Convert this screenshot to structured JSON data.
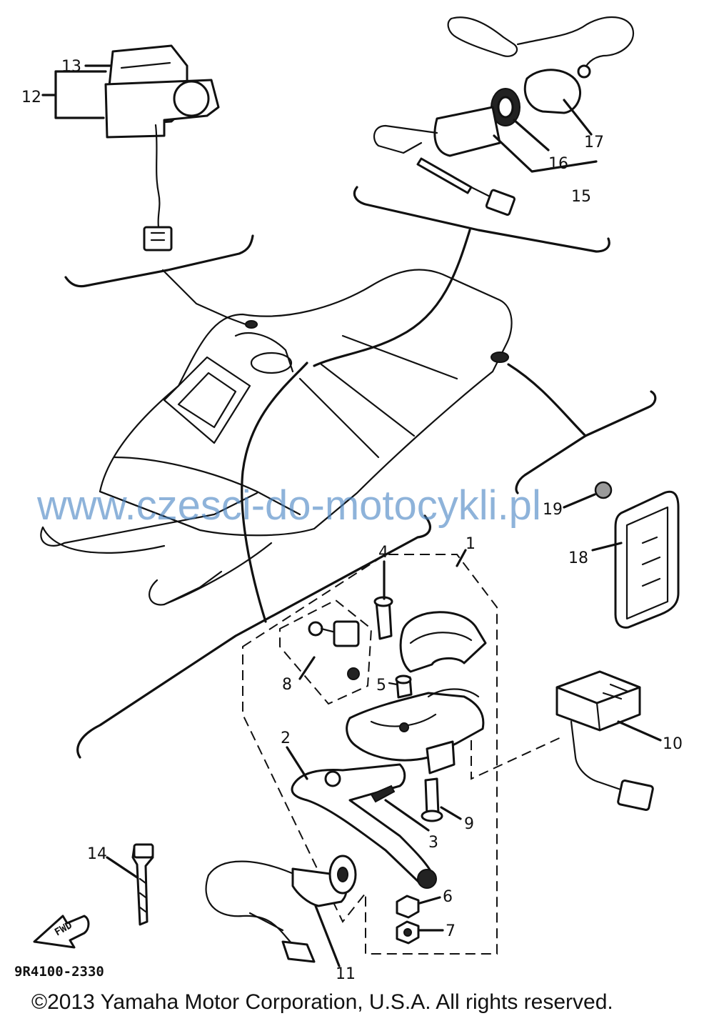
{
  "diagram": {
    "code": "9R4100-2330",
    "watermark": "www.czesci-do-motocykli.pl",
    "copyright": "©2013 Yamaha Motor Corporation, U.S.A. All rights reserved.",
    "front_label": "FWD"
  },
  "callouts": {
    "1": "1",
    "2": "2",
    "3": "3",
    "4": "4",
    "5": "5",
    "6": "6",
    "7": "7",
    "8": "8",
    "9": "9",
    "10": "10",
    "11": "11",
    "12": "12",
    "13": "13",
    "14": "14",
    "15": "15",
    "16": "16",
    "17": "17",
    "18": "18",
    "19": "19"
  }
}
